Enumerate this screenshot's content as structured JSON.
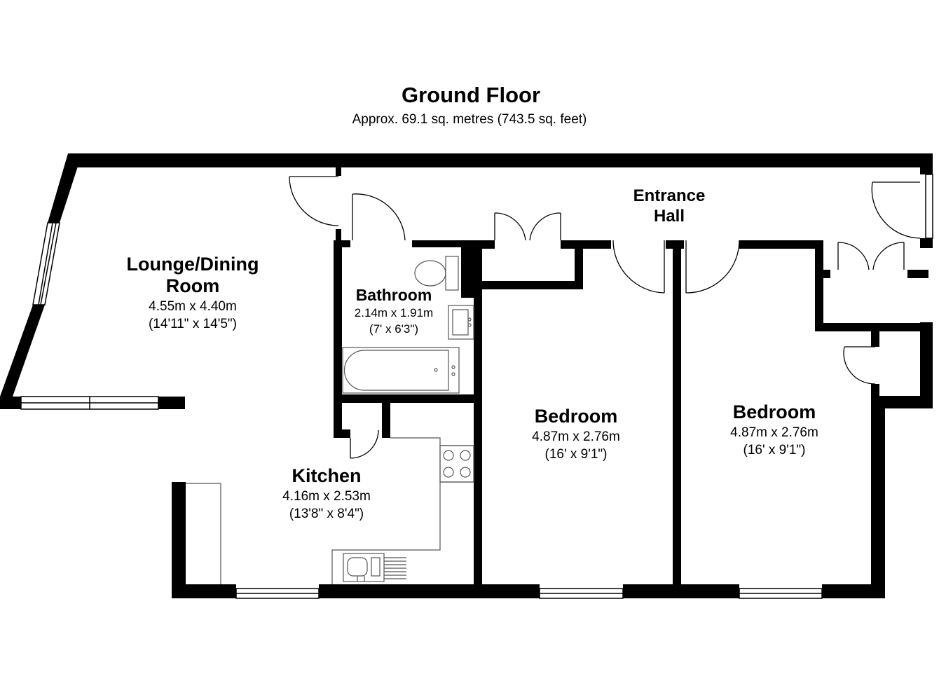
{
  "header": {
    "title": "Ground Floor",
    "subtitle": "Approx. 69.1 sq. metres (743.5 sq. feet)"
  },
  "rooms": {
    "lounge": {
      "name_line1": "Lounge/Dining",
      "name_line2": "Room",
      "metric": "4.55m x 4.40m",
      "imperial": "(14'11\" x 14'5\")"
    },
    "bathroom": {
      "name": "Bathroom",
      "metric": "2.14m x 1.91m",
      "imperial": "(7' x 6'3\")"
    },
    "hall": {
      "name_line1": "Entrance",
      "name_line2": "Hall"
    },
    "kitchen": {
      "name": "Kitchen",
      "metric": "4.16m x 2.53m",
      "imperial": "(13'8\" x 8'4\")"
    },
    "bedroom1": {
      "name": "Bedroom",
      "metric": "4.87m x 2.76m",
      "imperial": "(16' x 9'1\")"
    },
    "bedroom2": {
      "name": "Bedroom",
      "metric": "4.87m x 2.76m",
      "imperial": "(16' x 9'1\")"
    }
  },
  "colors": {
    "wall": "#000000",
    "fixture": "#555555",
    "background": "#ffffff"
  }
}
